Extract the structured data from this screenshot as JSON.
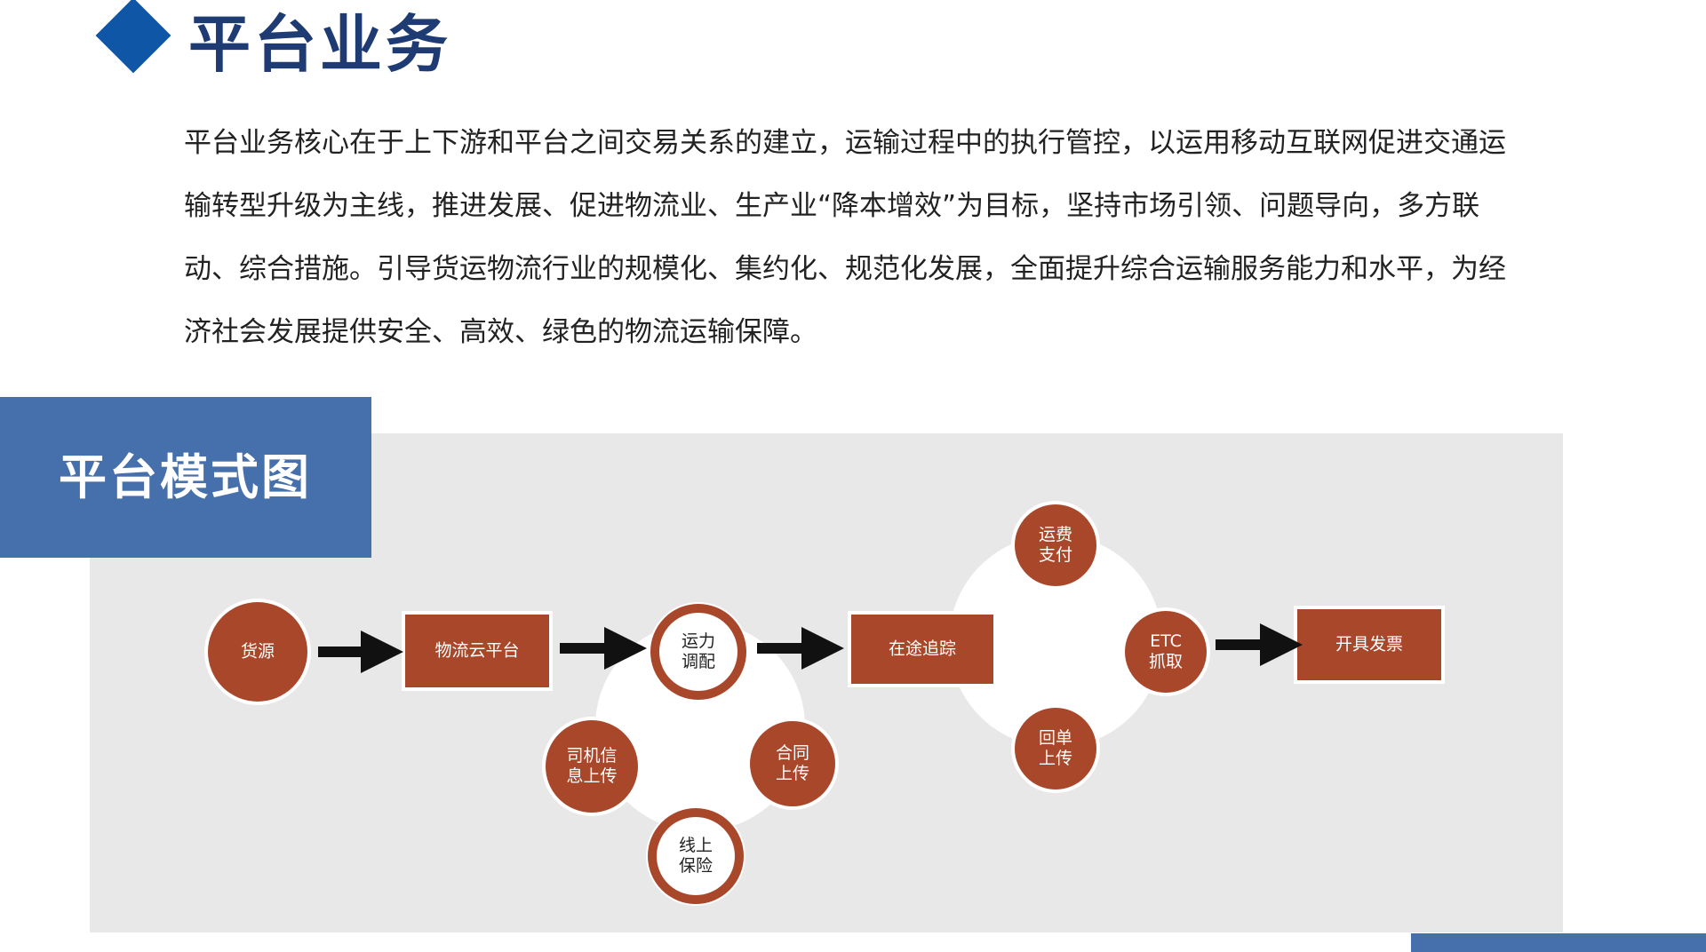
{
  "header": {
    "title": "平台业务"
  },
  "intro": {
    "lines": [
      "平台业务核心在于上下游和平台之间交易关系的建立，运输过程中的执行管控，以运用移动互联网促进交通运",
      "输转型升级为主线，推进发展、促进物流业、生产业“降本增效”为目标，坚持市场引领、问题导向，多方联",
      "动、综合措施。引导货运物流行业的规模化、集约化、规范化发展，全面提升综合运输服务能力和水平，为经",
      "济社会发展提供安全、高效、绿色的物流运输保障。"
    ]
  },
  "banner": {
    "title": "平台模式图"
  },
  "diagram": {
    "colors": {
      "node": "#a8472a",
      "panel": "#e8e8e8",
      "arrow": "#111111"
    },
    "main_flow": [
      {
        "id": "supply",
        "shape": "circle",
        "label": [
          "货源"
        ]
      },
      {
        "id": "platform",
        "shape": "rect",
        "label": [
          "物流云平台"
        ]
      },
      {
        "id": "dispatch",
        "shape": "ring",
        "label": [
          "运力",
          "调配"
        ]
      },
      {
        "id": "tracking",
        "shape": "rect",
        "label": [
          "在途追踪"
        ]
      },
      {
        "id": "invoice",
        "shape": "rect",
        "label": [
          "开具发票"
        ]
      }
    ],
    "dispatch_cluster": [
      {
        "id": "driver-upload",
        "shape": "circle",
        "label": [
          "司机信",
          "息上传"
        ]
      },
      {
        "id": "contract-upload",
        "shape": "circle",
        "label": [
          "合同",
          "上传"
        ]
      },
      {
        "id": "insurance",
        "shape": "ring",
        "label": [
          "线上",
          "保险"
        ]
      }
    ],
    "tracking_cluster": [
      {
        "id": "freight-payment",
        "shape": "circle",
        "label": [
          "运费",
          "支付"
        ]
      },
      {
        "id": "etc",
        "shape": "circle",
        "label": [
          "ETC",
          "抓取"
        ]
      },
      {
        "id": "receipt-upload",
        "shape": "circle",
        "label": [
          "回单",
          "上传"
        ]
      }
    ]
  }
}
